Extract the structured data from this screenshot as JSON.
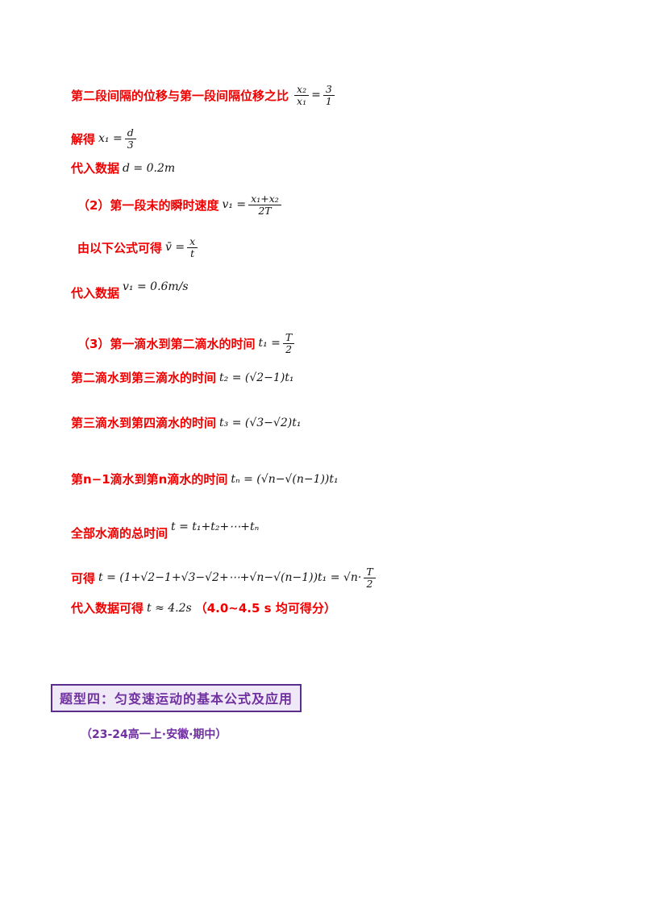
{
  "colors": {
    "red_text": "#f00000",
    "formula_black": "#141414",
    "purple_accent": "#7030A0",
    "heading_border": "#5b2d8e",
    "page_background": "#ffffff"
  },
  "solution": {
    "l1": {
      "red": "第二段间隔的位移与第一段间隔位移之比",
      "frac1": {
        "num": "x₂",
        "den": "x₁"
      },
      "eq": "=",
      "frac2": {
        "num": "3",
        "den": "1"
      }
    },
    "l2": {
      "red": "解得",
      "lead": "x₁ =",
      "frac": {
        "num": "d",
        "den": "3"
      }
    },
    "l3": {
      "red": "代入数据",
      "formula": "d = 0.2m"
    },
    "l4": {
      "red": "（2）第一段末的瞬时速度",
      "lead": "v₁ =",
      "frac": {
        "num": "x₁+x₂",
        "den": "2T"
      }
    },
    "l5": {
      "red": "由以下公式可得",
      "lead": "v̄ =",
      "frac": {
        "num": "x",
        "den": "t"
      }
    },
    "l6": {
      "red": "代入数据",
      "formula": "v₁ = 0.6m/s"
    },
    "l7": {
      "red": "（3）第一滴水到第二滴水的时间",
      "lead": "t₁ =",
      "frac": {
        "num": "T",
        "den": "2"
      }
    },
    "l8": {
      "red": "第二滴水到第三滴水的时间",
      "formula": "t₂ = (√2−1)t₁"
    },
    "l9": {
      "red": "第三滴水到第四滴水的时间",
      "formula": "t₃ = (√3−√2)t₁"
    },
    "l10": {
      "red": "第n−1滴水到第n滴水的时间",
      "formula": "tₙ = (√n−√(n−1))t₁"
    },
    "l11": {
      "red": "全部水滴的总时间",
      "formula": "t = t₁+t₂+⋯+tₙ"
    },
    "l12": {
      "red": "可得",
      "lead": "t = (1+√2−1+√3−√2+⋯+√n−√(n−1))t₁ = √n·",
      "frac": {
        "num": "T",
        "den": "2"
      }
    },
    "l13": {
      "red": "代入数据可得",
      "formula": "t ≈ 4.2s",
      "note": "（4.0~4.5 s 均可得分）"
    }
  },
  "heading": {
    "label": "题型四：匀变速运动的基本公式及应用"
  },
  "citation": {
    "label": "（23-24高一上·安徽·期中）"
  }
}
